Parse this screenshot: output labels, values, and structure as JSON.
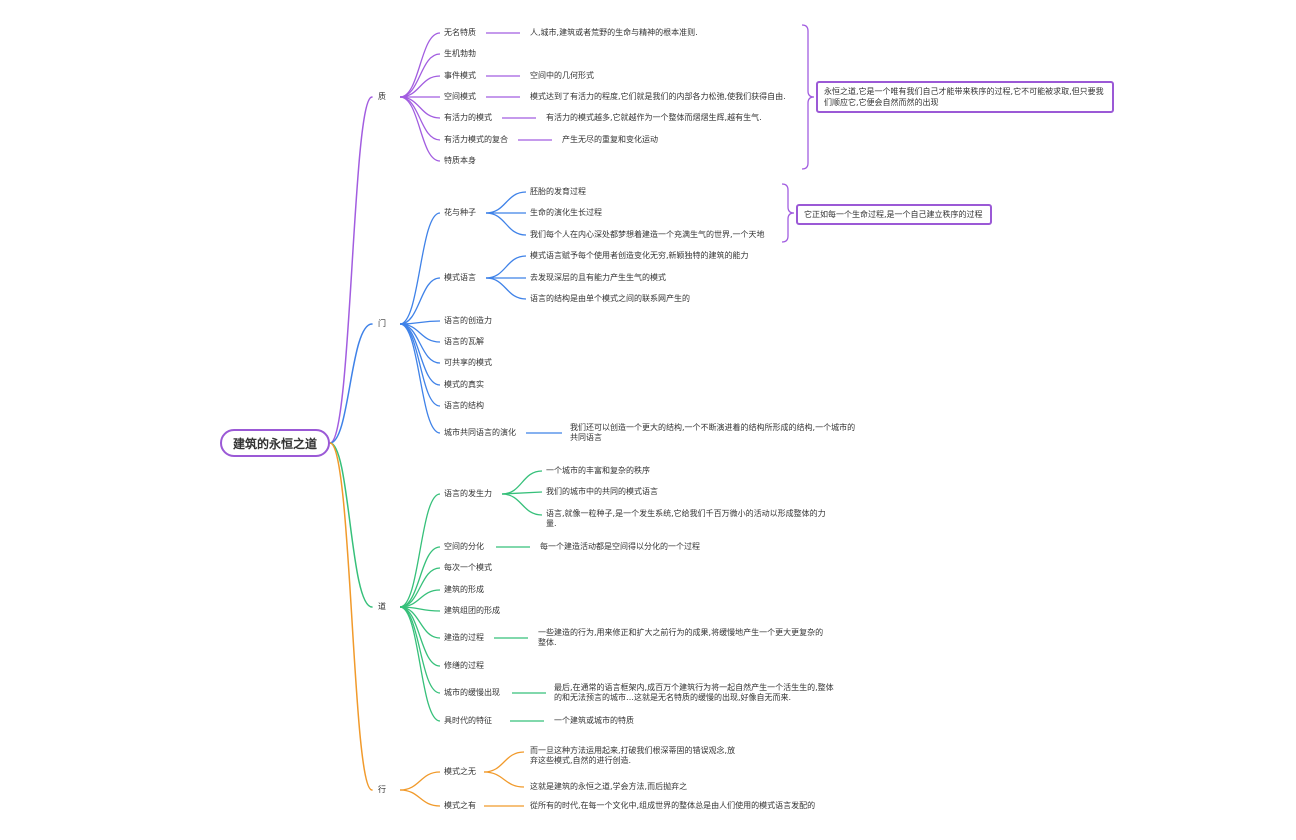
{
  "root": "建筑的永恒之道",
  "colors": {
    "purple": "#a25de0",
    "blue": "#3f82e8",
    "green": "#36c07a",
    "orange": "#f19a2b"
  },
  "branches": {
    "zhi": {
      "label": "质",
      "items": [
        "无名特质",
        "生机勃勃",
        "事件模式",
        "空间模式",
        "有活力的模式",
        "有活力模式的复合",
        "特质本身"
      ],
      "details": [
        "人,城市,建筑或者荒野的生命与精神的根本准则.",
        "空间中的几何形式",
        "模式达到了有活力的程度,它们就是我们的内部各力松弛,使我们获得自由.",
        "有活力的模式越多,它就越作为一个整体而熠熠生辉,越有生气.",
        "产生无尽的重复和变化运动"
      ],
      "note": "永恒之道,它是一个唯有我们自己才能带来秩序的过程,它不可能被求取,但只要我们顺应它,它便会自然而然的出现"
    },
    "men": {
      "label": "门",
      "items": [
        "花与种子",
        "模式语言",
        "语言的创造力",
        "语言的瓦解",
        "可共享的模式",
        "模式的真实",
        "语言的结构",
        "城市共同语言的演化"
      ],
      "flower_details": [
        "胚胎的发育过程",
        "生命的演化生长过程",
        "我们每个人在内心深处都梦想着建造一个充满生气的世界,一个天地"
      ],
      "flower_note": "它正如每一个生命过程,是一个自己建立秩序的过程",
      "language_details": [
        "模式语言赋予每个使用者创造变化无穷,新颖独特的建筑的能力",
        "去发现深层的且有能力产生生气的模式",
        "语言的结构是由单个模式之间的联系网产生的"
      ],
      "city_detail": "我们还可以创造一个更大的结构,一个不断演进着的结构所形成的结构,一个城市的共同语言"
    },
    "dao": {
      "label": "道",
      "items": [
        "语言的发生力",
        "空间的分化",
        "每次一个模式",
        "建筑的形成",
        "建筑组团的形成",
        "建造的过程",
        "修缮的过程",
        "城市的缓慢出现",
        "具时代的特征"
      ],
      "generative_details": [
        "一个城市的丰富和复杂的秩序",
        "我们的城市中的共同的模式语言",
        "语言,就像一粒种子,是一个发生系统,它给我们千百万微小的活动以形成整体的力量."
      ],
      "differentiation_detail": "每一个建造活动都是空间得以分化的一个过程",
      "construction_detail": "一些建造的行为,用来修正和扩大之前行为的成果,将缓慢地产生一个更大更复杂的整体.",
      "city_detail": "最后,在通常的语言框架内,成百万个建筑行为将一起自然产生一个活生生的,整体的和无法预言的城市…这就是无名特质的缓慢的出现,好像自无而来.",
      "era_detail": "一个建筑或城市的特质"
    },
    "xing": {
      "label": "行",
      "items": [
        "模式之无",
        "模式之有"
      ],
      "wu_details": [
        "而一旦这种方法运用起来,打破我们根深蒂固的错误观念,放弃这些模式,自然的进行创造.",
        "这就是建筑的永恒之道,学会方法,而后抛弃之"
      ],
      "you_detail": "從所有的时代,在每一个文化中,组成世界的整体总是由人们使用的模式语言发配的"
    }
  }
}
